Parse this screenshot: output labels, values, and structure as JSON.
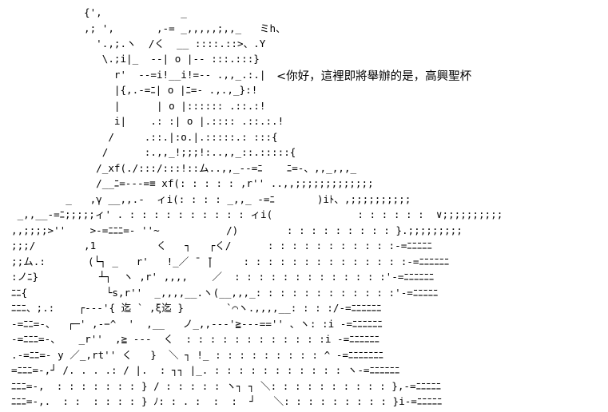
{
  "art": {
    "lines": [
      "            {',             _",
      "            ,; ',       ,-= _,,,,,;,,_   ミh、",
      "              '.,;.ヽ  /く  __ ::::.::>、.Y",
      "               \\.;i|_  --| o |-- :::.:::}",
      "                 r'  --=i!__i!=-- .,,_.:.|",
      "                 |{,.-=ﾆ| o |ﾆ=- .,.,_}:!",
      "                 |      | o |:::::: .::.:!",
      "                 i|    .: :| o |.:::: .::.:.!",
      "                /     .::.|:o.|.:::::.: :::{",
      "               /      :.,,_!;;;!:..,,_::.:::::{",
      "              /_xf(./:::/:::!::ム..,,_--=ﾆ    ﾆ=-、,,_,,,_",
      "              /__ﾆ=---=≡ xf(: : : : : ,r'' ..,,;;;;;;;;;;;;;",
      "         _   ,γ __,,.-  ィi(: : : : _,,_ -=ﾆ       )iﾄ、,;;;;;;;;;;",
      " _,,__-=ﾆ;;;;;ィ' . : : : : : : : : : : ィi(              : : : : : :  ∨;;;;;;;;;;",
      ",,;;;;>''    >-=ﾆﾆﾆ=- ''~           /)        : : : : : : : : : }.;;;;;;;;;",
      ";;;/        ,1          く   ┐   ┌く/      : : : : : : : : : : :-=ﾆﾆﾆﾆﾆ",
      ";;ム.:       (└┐ _   r'   !_／ ̄  ̄|     : : : : : : : : : : : : : :-=ﾆﾆﾆﾆﾆﾆ",
      ":ノﾆ}          ┴┐  ヽ ,r' ,,,,    ／  : : : : : : : : : : : : :'-=ﾆﾆﾆﾆﾆﾆ",
      "ﾆﾆ{             └s,r''  _,,,,__.ヽ(__,,,_: : : : : : : : : : : :'-=ﾆﾆﾆﾆﾆ",
      "ﾆﾆﾆ、;.:    ┌---'{ 迄 ` ,ξ迄 }       `⌒ヽ.,,,,__: : : :/-=ﾆﾆﾆﾆﾆﾆ",
      "-=ﾆﾆ=-、  ┌─' ,-−^  '  ,__   ノ_,,---'≧---=='' 、ヽ: :i -=ﾆﾆﾆﾆﾆﾆ",
      "-=ﾆﾆﾆ=-、   _r''  ,≧ ---  く  : : : : : : : : : : : :i -=ﾆﾆﾆﾆﾆﾆ",
      ".-=ﾆﾆ=- y ／_,rt'' く   }  ＼ ┐ !_ : : : : : : : : : ^ -=ﾆﾆﾆﾆﾆﾆﾆ",
      "=ﾆﾆﾆ=-,┘ /. . . .: / |.  : ┐┐ |_. : : : : : : : : : : : ヽ-=ﾆﾆﾆﾆﾆﾆ",
      "ﾆﾆﾆ=-,  : : : : : : : } / : : : : : ヽ┐ ┐ ＼: : : : : : : : : : },-=ﾆﾆﾆﾆﾆ",
      "ﾆﾆﾆ=-,.  : :  : : : : } ﾉ: : . :  :  :  ┘   ＼: : : : : : : : : }i-=ﾆﾆﾆﾆﾆ"
    ]
  },
  "speech": {
    "text": "<你好，這裡即將舉辦的是，高興聖杯"
  }
}
